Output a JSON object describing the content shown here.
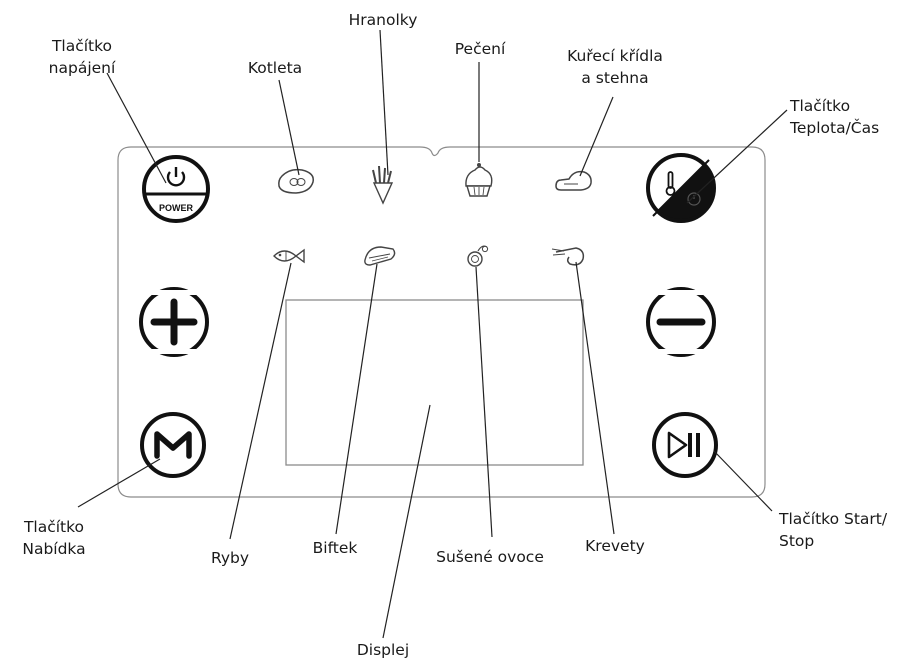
{
  "labels": {
    "power_line1": "Tlačítko",
    "power_line2": "napájení",
    "chop": "Kotleta",
    "fries": "Hranolky",
    "baking": "Pečení",
    "wings_line1": "Kuřecí křídla",
    "wings_line2": "a stehna",
    "temp_line1": "Tlačítko",
    "temp_line2": "Teplota/Čas",
    "menu_line1": "Tlačítko",
    "menu_line2": "Nabídka",
    "fish": "Ryby",
    "steak": "Biftek",
    "dried_fruit": "Sušené ovoce",
    "shrimp": "Krevety",
    "startstop_line1": "Tlačítko Start/",
    "startstop_line2": "Stop",
    "display": "Displej"
  },
  "buttons": {
    "power_text": "POWER"
  },
  "icons": {
    "power": "power-icon",
    "temp_time": "thermometer-clock-icon",
    "plus": "plus-icon",
    "minus": "minus-icon",
    "menu": "menu-m-icon",
    "start_stop": "play-pause-icon",
    "chop": "pork-chop-icon",
    "fries": "french-fries-icon",
    "baking": "cupcake-icon",
    "wings": "chicken-leg-icon",
    "fish": "fish-icon",
    "steak": "steak-icon",
    "dried_fruit": "dried-fruit-icon",
    "shrimp": "shrimp-icon"
  }
}
